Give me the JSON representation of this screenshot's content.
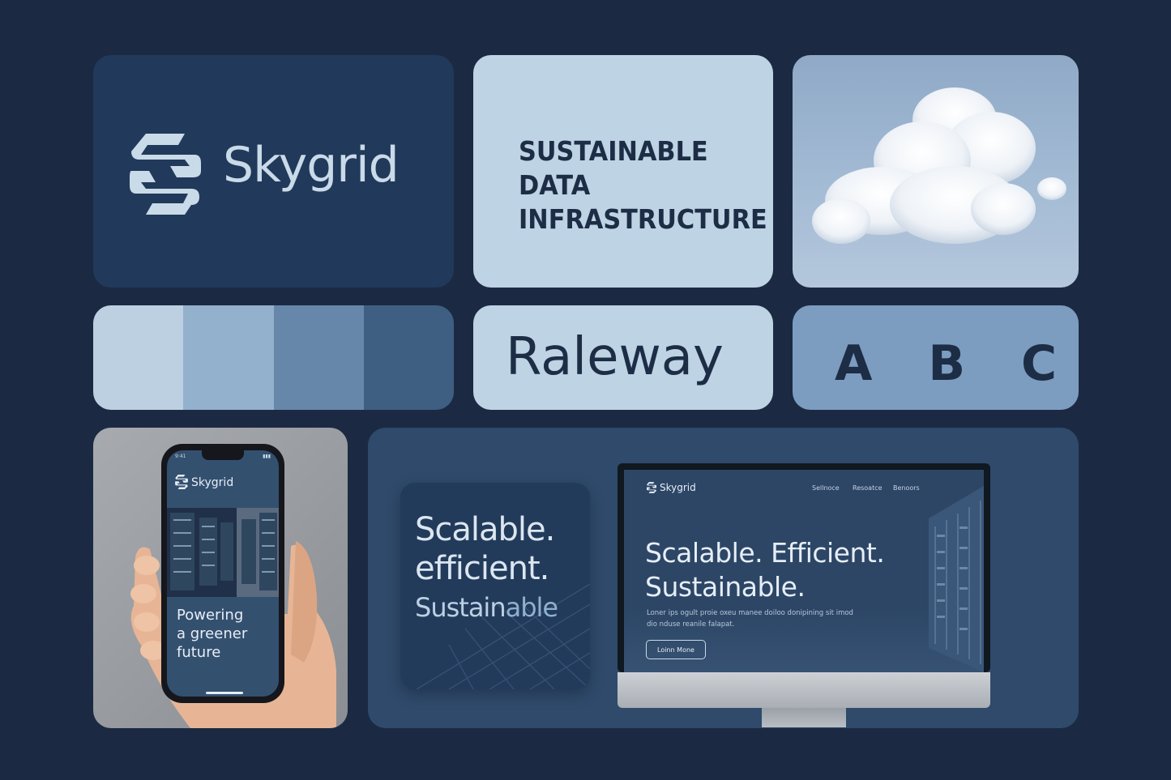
{
  "brand": {
    "name": "Skygrid",
    "logo_icon": "skygrid-s-logo-icon"
  },
  "tagline": {
    "lines": [
      "SUSTAINABLE",
      "DATA",
      "INFRASTRUCTURE"
    ]
  },
  "palette": {
    "swatches": [
      "#bcd0e1",
      "#93b0cd",
      "#6787aa",
      "#3f5f82"
    ]
  },
  "typography": {
    "font_name": "Raleway",
    "sample_letters": "A B C Z"
  },
  "phone": {
    "status_left": "9:41",
    "status_right": "▮▮▮",
    "brand": "Skygrid",
    "headline": [
      "Powering",
      "a greener",
      "future"
    ]
  },
  "social_post": {
    "line1": "Scalable.",
    "line2": "efficient.",
    "line3_a": "Sustain",
    "line3_b": "able"
  },
  "website": {
    "brand": "Skygrid",
    "nav": [
      "Sellnoce",
      "Resoatce",
      "Benoors"
    ],
    "headline": [
      "Scalable. Efficient.",
      "Sustainable."
    ],
    "body": "Loner ips ogult proie oxeu manee doiloo donipining sit imod dio nduse reanile falapat.",
    "button": "Loinn Mone"
  },
  "colors": {
    "background": "#1b2a42",
    "primary_dark": "#21395a",
    "light_blue": "#bed3e3",
    "text_dark": "#1c2d45"
  }
}
